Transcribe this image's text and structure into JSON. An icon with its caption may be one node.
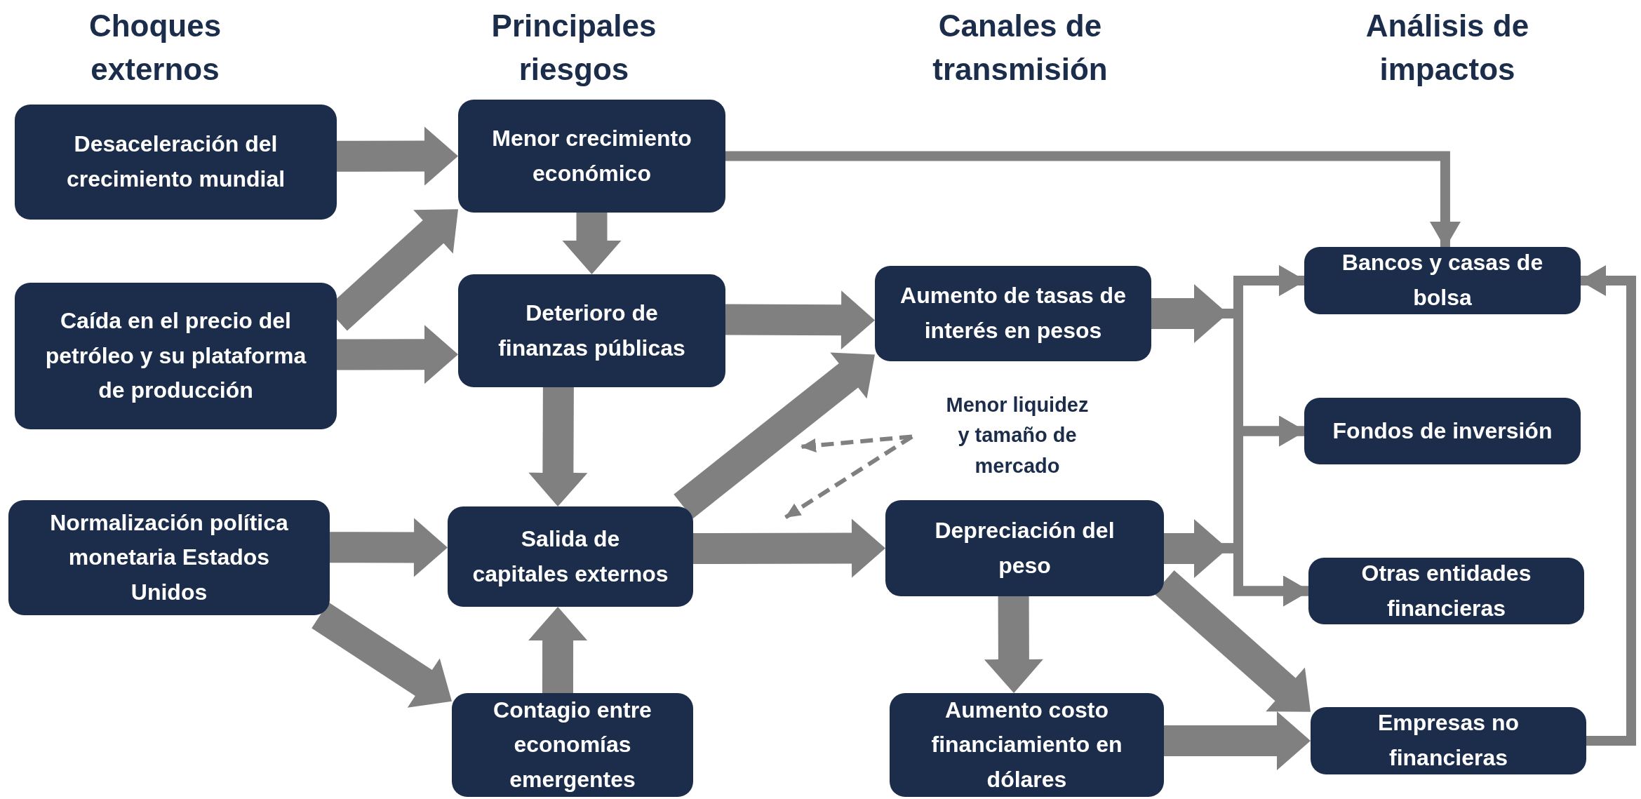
{
  "diagram": {
    "nodes": [
      {
        "text": [
          "Desaceleración del crecimiento mundial"
        ]
      },
      {
        "text": [
          "Caída en el precio del petróleo y su plataforma de producción"
        ]
      },
      {
        "text": [
          "Normalización política monetaria Estados Unidos"
        ]
      },
      {
        "text": [
          "Menor crecimiento económico"
        ]
      },
      {
        "text": [
          "Deterioro de finanzas públicas"
        ]
      },
      {
        "text": [
          "Salida de capitales externos"
        ]
      },
      {
        "text": [
          "Contagio entre economías emergentes"
        ]
      },
      {
        "text": [
          "Aumento de tasas de interés en pesos"
        ]
      },
      {
        "text": [
          "Menor liquidez y tamaño de mercado"
        ]
      },
      {
        "text": [
          "Depreciación del peso"
        ]
      },
      {
        "text": [
          "Aumento costo financiamiento en dólares"
        ]
      },
      {
        "text": [
          "Bancos y casas de bolsa"
        ]
      },
      {
        "text": [
          "Fondos de inversión"
        ]
      },
      {
        "text": [
          "Otras entidades financieras"
        ]
      },
      {
        "text": [
          "Empresas no financieras"
        ]
      }
    ],
    "edges": [
      {
        "from": 0,
        "to": 3,
        "arrow": "to"
      },
      {
        "from": 1,
        "to": 3,
        "arrow": "to"
      },
      {
        "from": 1,
        "to": 4,
        "arrow": "to"
      },
      {
        "from": 3,
        "to": 4,
        "arrow": "to"
      },
      {
        "from": 4,
        "to": 5,
        "arrow": "to"
      },
      {
        "from": 2,
        "to": 5,
        "arrow": "to"
      },
      {
        "from": 2,
        "to": 6,
        "arrow": "to"
      },
      {
        "from": 6,
        "to": 5,
        "arrow": "to"
      },
      {
        "from": 4,
        "to": 7,
        "arrow": "to"
      },
      {
        "from": 5,
        "to": 7,
        "arrow": "to"
      },
      {
        "from": 5,
        "to": 9,
        "arrow": "to"
      },
      {
        "from": 3,
        "to": 11,
        "arrow": "to"
      },
      {
        "from": 8,
        "to": null,
        "arrow": "to",
        "style": "dashed"
      },
      {
        "from": 8,
        "to": null,
        "arrow": "to",
        "style": "dashed"
      },
      {
        "from": 7,
        "to": 11,
        "arrow": "to"
      },
      {
        "from": 7,
        "to": 12,
        "arrow": "to"
      },
      {
        "from": 7,
        "to": 13,
        "arrow": "to"
      },
      {
        "from": 9,
        "to": 11,
        "arrow": "to"
      },
      {
        "from": 9,
        "to": 12,
        "arrow": "to"
      },
      {
        "from": 9,
        "to": 13,
        "arrow": "to"
      },
      {
        "from": 9,
        "to": 10,
        "arrow": "to"
      },
      {
        "from": 9,
        "to": 14,
        "arrow": "to"
      },
      {
        "from": 10,
        "to": 14,
        "arrow": "to"
      },
      {
        "from": 14,
        "to": 11,
        "arrow": "to"
      }
    ],
    "labels": [
      "Choques externos",
      "Principales riesgos",
      "Canales de transmisión",
      "Análisis de impactos"
    ]
  }
}
